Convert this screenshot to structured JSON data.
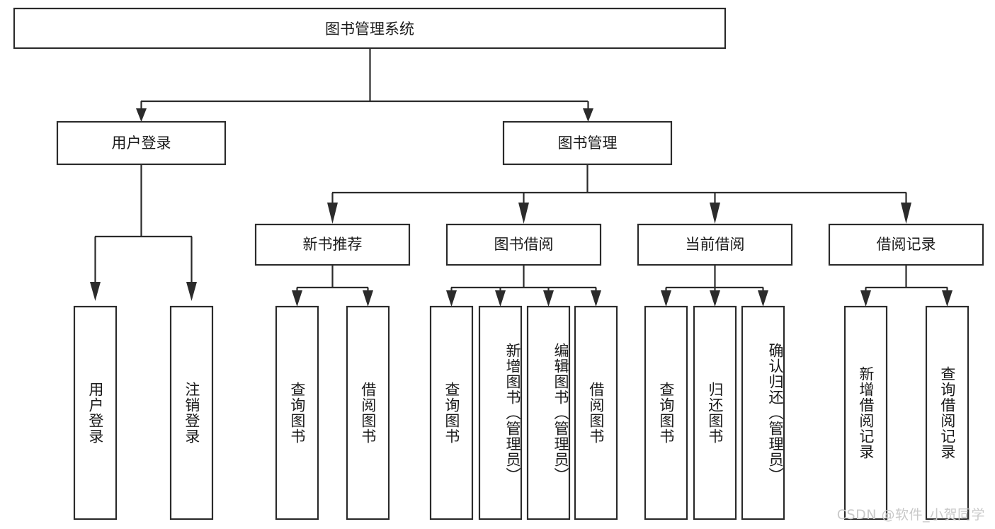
{
  "diagram": {
    "type": "tree",
    "title": "图书管理系统",
    "watermark": "CSDN @软件_小贺同学",
    "colors": {
      "box_stroke": "#2b2b2b",
      "box_fill": "#ffffff",
      "connector": "#2b2b2b",
      "text": "#1a1a1a",
      "watermark": "#c9c9c9",
      "background": "#ffffff"
    },
    "root": {
      "id": "root",
      "label": "图书管理系统"
    },
    "level2": [
      {
        "id": "user-login",
        "label": "用户登录"
      },
      {
        "id": "book-management",
        "label": "图书管理"
      }
    ],
    "level3": [
      {
        "id": "new-book-recommend",
        "label": "新书推荐",
        "parent": "book-management"
      },
      {
        "id": "book-borrow",
        "label": "图书借阅",
        "parent": "book-management"
      },
      {
        "id": "current-borrow",
        "label": "当前借阅",
        "parent": "book-management"
      },
      {
        "id": "borrow-record",
        "label": "借阅记录",
        "parent": "book-management"
      }
    ],
    "leaves": {
      "user-login": [
        {
          "id": "leaf-user-login",
          "label": "用户登录"
        },
        {
          "id": "leaf-logout",
          "label": "注销登录"
        }
      ],
      "new-book-recommend": [
        {
          "id": "leaf-query-book-1",
          "label": "查询图书"
        },
        {
          "id": "leaf-borrow-book-1",
          "label": "借阅图书"
        }
      ],
      "book-borrow": [
        {
          "id": "leaf-query-book-2",
          "label": "查询图书"
        },
        {
          "id": "leaf-add-book",
          "label": "新增图书（管理员）"
        },
        {
          "id": "leaf-edit-book",
          "label": "编辑图书（管理员）"
        },
        {
          "id": "leaf-borrow-book-2",
          "label": "借阅图书"
        }
      ],
      "current-borrow": [
        {
          "id": "leaf-query-book-3",
          "label": "查询图书"
        },
        {
          "id": "leaf-return-book",
          "label": "归还图书"
        },
        {
          "id": "leaf-confirm-return",
          "label": "确认归还（管理员）"
        }
      ],
      "borrow-record": [
        {
          "id": "leaf-add-record",
          "label": "新增借阅记录"
        },
        {
          "id": "leaf-query-record",
          "label": "查询借阅记录"
        }
      ]
    }
  }
}
